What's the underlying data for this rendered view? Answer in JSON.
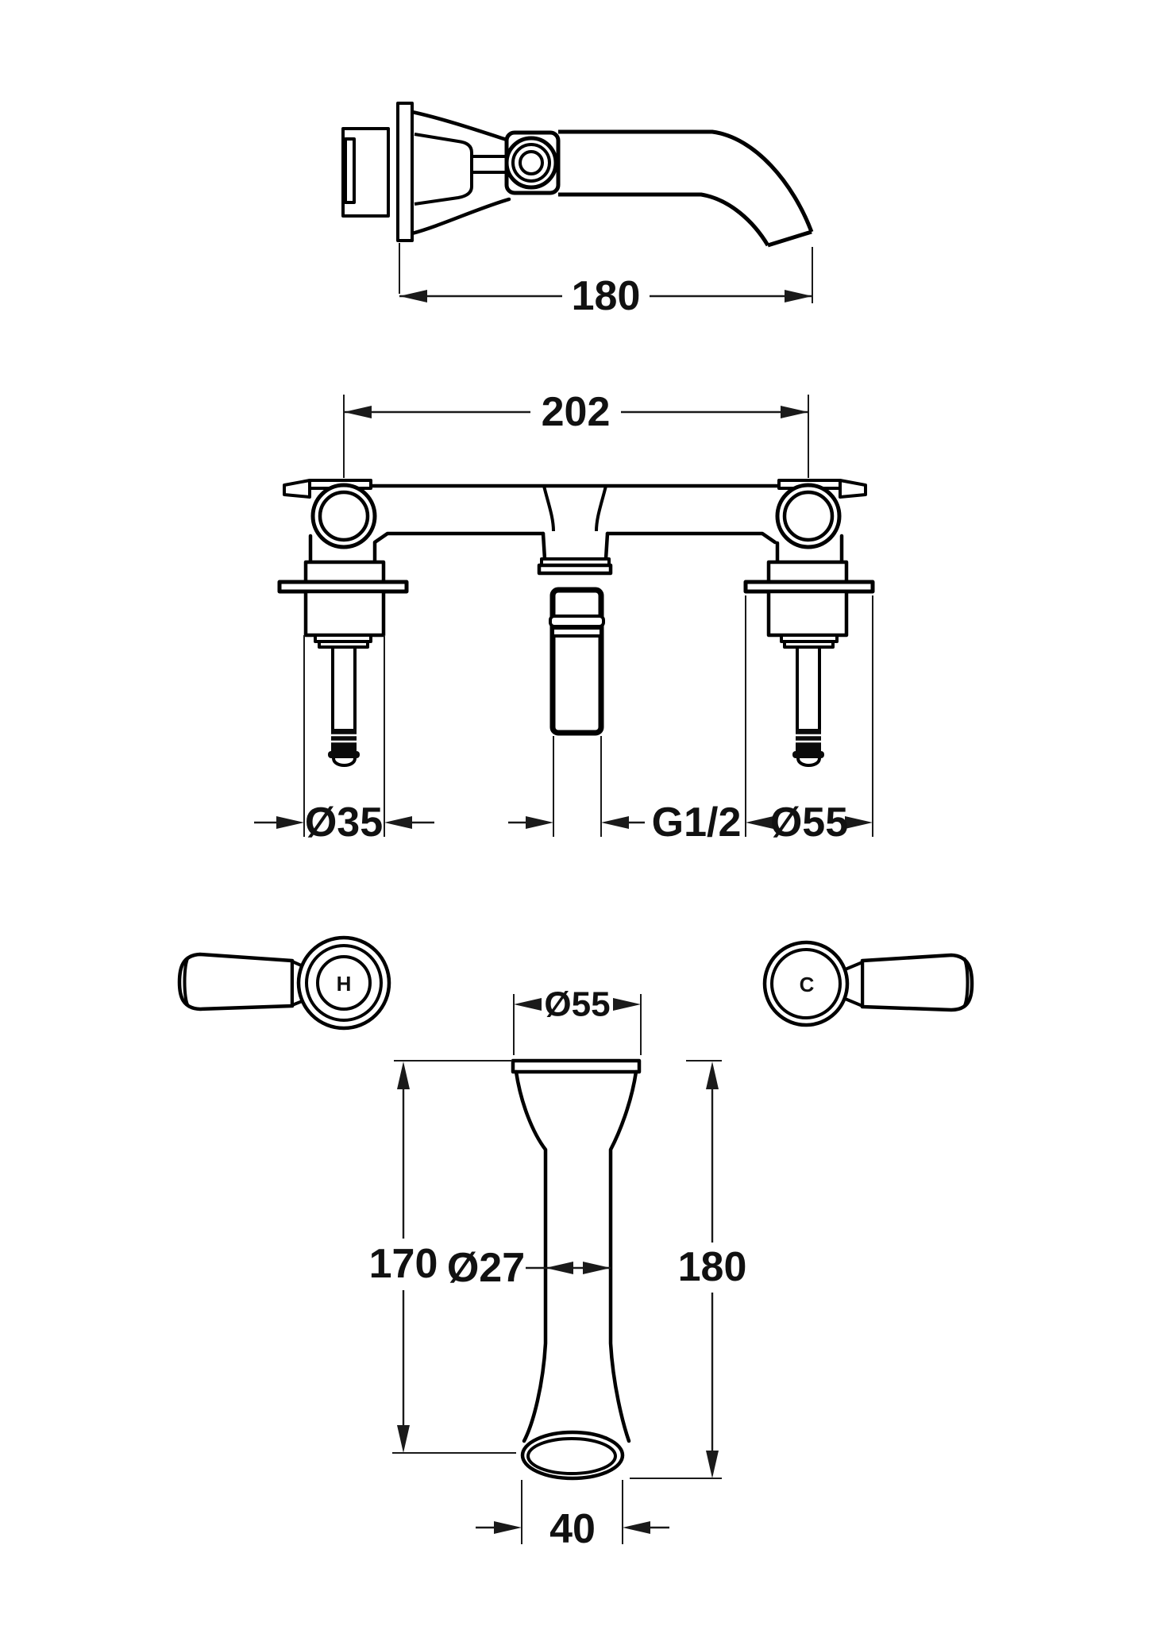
{
  "page": {
    "background": "#ffffff",
    "line_color": "#000000",
    "dimension_color": "#1a1a1a",
    "description": "Technical dimension drawing of a wall-mounted three-hole basin tap: side view of spout, front view of concealed valve manifold, plan view of lever handles and front view of spout"
  },
  "labels": {
    "spout_projection": "180",
    "hole_centres": "202",
    "valve_body_dia": "Ø35",
    "thread_size": "G1/2",
    "valve_flange_dia": "Ø55",
    "hot_indicator": "H",
    "cold_indicator": "C",
    "spout_top_dia": "Ø55",
    "spout_height_min": "170",
    "spout_tube_dia": "Ø27",
    "spout_height_max": "180",
    "spout_outlet_width": "40"
  }
}
